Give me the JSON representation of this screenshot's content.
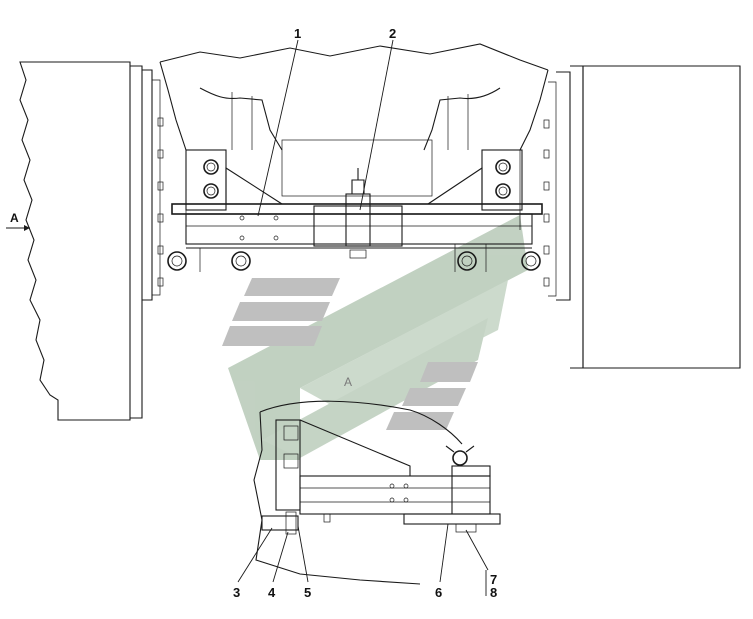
{
  "diagram": {
    "callouts": [
      {
        "id": "c1",
        "text": "1"
      },
      {
        "id": "c2",
        "text": "2"
      },
      {
        "id": "c3",
        "text": "3"
      },
      {
        "id": "c4",
        "text": "4"
      },
      {
        "id": "c5",
        "text": "5"
      },
      {
        "id": "c6",
        "text": "6"
      },
      {
        "id": "c7",
        "text": "7"
      },
      {
        "id": "c8",
        "text": "8"
      }
    ],
    "view_arrow_label": "A",
    "detail_view_label": "A",
    "colors": {
      "line": "#1a1a1a",
      "watermark_green": "#b4c8b4",
      "watermark_gray": "#b4b4b4"
    }
  }
}
